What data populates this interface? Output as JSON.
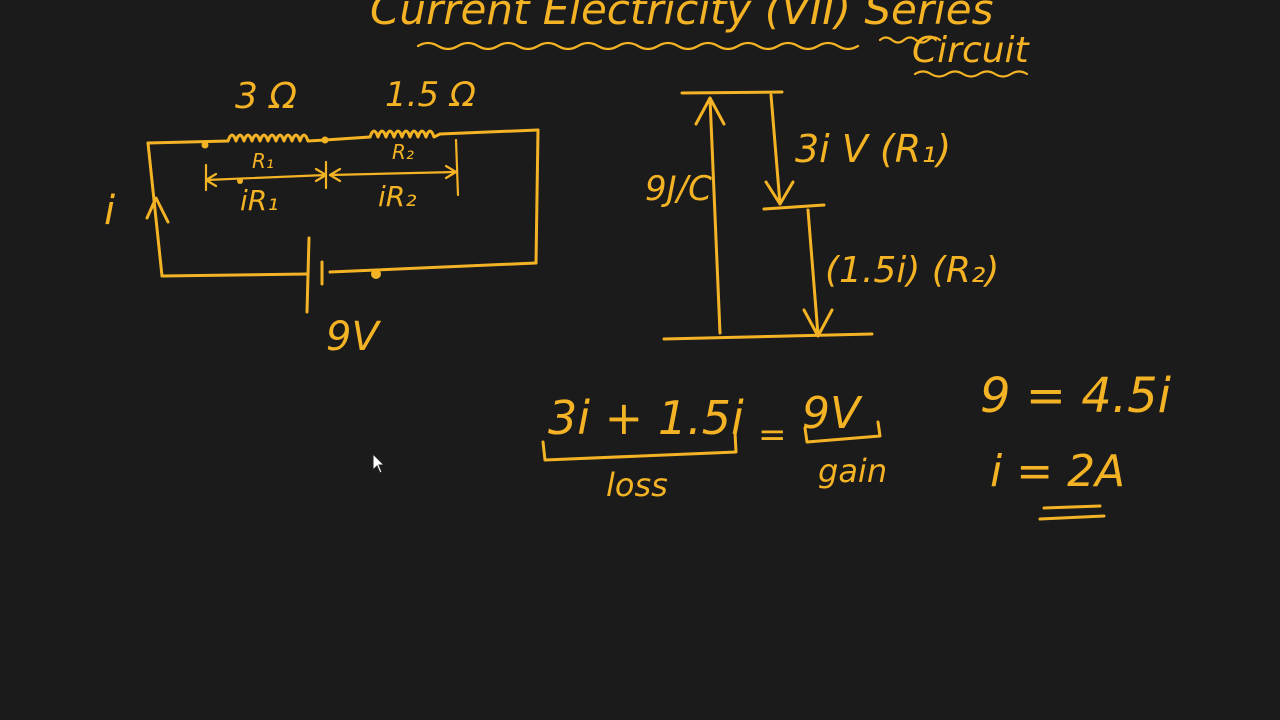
{
  "title": {
    "text": "Current Electricity (VII) Series",
    "subtitle": "Circuit"
  },
  "circuit": {
    "r1_value": "3 Ω",
    "r2_value": "1.5 Ω",
    "r1_label": "R₁",
    "r2_label": "R₂",
    "drop1_label": "iR₁",
    "drop2_label": "iR₂",
    "current_label": "i",
    "battery_label": "9V"
  },
  "potential_diagram": {
    "source_label": "9J/C",
    "drop1_label": "3i V (R₁)",
    "drop2_label": "(1.5i) (R₂)"
  },
  "equation": {
    "left": "3i + 1.5i",
    "equals": "=",
    "right": "9V",
    "left_caption": "loss",
    "right_caption": "gain"
  },
  "solution": {
    "line1": "9 = 4.5i",
    "line2": "i = 2A"
  },
  "colors": {
    "ink": "#f4b324",
    "background": "#1b1b1b"
  }
}
